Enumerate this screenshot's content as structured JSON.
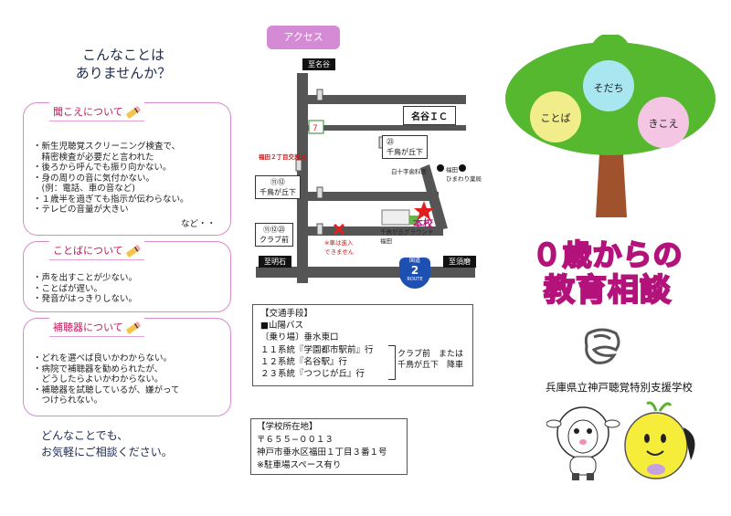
{
  "intro": {
    "line1": "こんなことは",
    "line2": "ありませんか？"
  },
  "hearing": {
    "title": "聞こえについて",
    "items": [
      "・新生児聴覚スクリーニング検査で、",
      "　精密検査が必要だと言われた",
      "・後ろから呼んでも振り向かない。",
      "・身の周りの音に気付かない。",
      "　(例：電話、車の音など)",
      "・１歳半を過ぎても指示が伝わらない。",
      "・テレビの音量が大きい"
    ],
    "etc": "など・・"
  },
  "speech": {
    "title": "ことばについて",
    "items": [
      "・声を出すことが少ない。",
      "・ことばが遅い。",
      "・発音がはっきりしない。"
    ]
  },
  "aid": {
    "title": "補聴器について",
    "items": [
      "・どれを選べば良いかわからない。",
      "・病院で補聴器を勧められたが、",
      "　どうしたらよいかわからない。",
      "・補聴器を試聴しているが、嫌がって",
      "　つけられない。"
    ]
  },
  "footer": {
    "line1": "どんなことでも、",
    "line2": "お気軽にご相談ください。"
  },
  "map": {
    "tab": "アクセス",
    "to_nadani": "至名谷",
    "nadani_ic": "名谷ＩＣ",
    "to_akashi": "至明石",
    "to_suma": "至須磨",
    "route_label": "国道",
    "route_num": "2",
    "route_en": "ROUTE",
    "school_label": "本校",
    "bus1": "㉓",
    "stop1": "千鳥が丘下",
    "bus2": "⑪⑫",
    "stop2": "千鳥が丘下",
    "bus3": "⑪⑫㉓",
    "stop3": "クラブ前",
    "fukuda_sign": "福田２丁目交差点",
    "shop1": "白十字歯科医",
    "shop2": "福田",
    "shop2b": "ひまわり薬局",
    "no_entry": "※車は進入",
    "no_entry2": "できません",
    "park": "千鳥が丘",
    "park2": "グラウンド",
    "park3": "福田"
  },
  "traffic": {
    "title": "【交通手段】",
    "bus": "■山陽バス",
    "stop": "〔乗り場〕垂水東口",
    "r1": "１１系統『学園都市駅前』行",
    "r2": "１２系統『名谷駅』行",
    "r3": "２３系統『つつじが丘』行",
    "get_off1": "クラブ前　または",
    "get_off2": "千鳥が丘下　降車"
  },
  "address": {
    "title": "【学校所在地】",
    "zip": "〒６５５−００１３",
    "addr": "神戸市垂水区福田１丁目３番１号",
    "parking": "※駐車場スペース有り"
  },
  "tree": {
    "top": "そだち",
    "left": "ことば",
    "right": "きこえ"
  },
  "title": {
    "line1": "０歳からの",
    "line2": "教育相談"
  },
  "school_name": "兵庫県立神戸聴覚特別支援学校",
  "colors": {
    "accent": "#d58ad6",
    "card_border": "#d78ad0",
    "title_fill": "#f7c6e3",
    "title_stroke": "#b3127a",
    "tree_green": "#55b82f",
    "trunk": "#a0522d"
  }
}
